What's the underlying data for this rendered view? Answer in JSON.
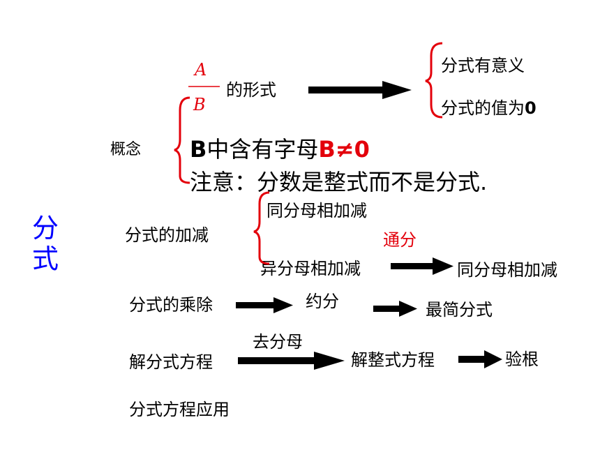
{
  "title": "分式",
  "fraction": {
    "numerator": "A",
    "denominator": "B"
  },
  "concept": {
    "label": "概念",
    "form_label": "的形式",
    "meaning": "分式有意义",
    "value_zero": "分式的值为0",
    "b_prefix": "B中含有字母",
    "b_condition": "B≠0",
    "note": "注意：分数是整式而不是分式."
  },
  "addsub": {
    "label": "分式的加减",
    "same_denominator": "同分母相加减",
    "common_denominator": "通分",
    "different_denominator": "异分母相加减",
    "result": "同分母相加减"
  },
  "muldiv": {
    "label": "分式的乘除",
    "reduce": "约分",
    "simplest": "最简分式"
  },
  "equation": {
    "label": "解分式方程",
    "remove_denominator": "去分母",
    "integral_equation": "解整式方程",
    "check_root": "验根"
  },
  "application": {
    "label": "分式方程应用"
  },
  "colors": {
    "red": "#e3000b",
    "blue": "#0000ff",
    "black": "#000000"
  }
}
